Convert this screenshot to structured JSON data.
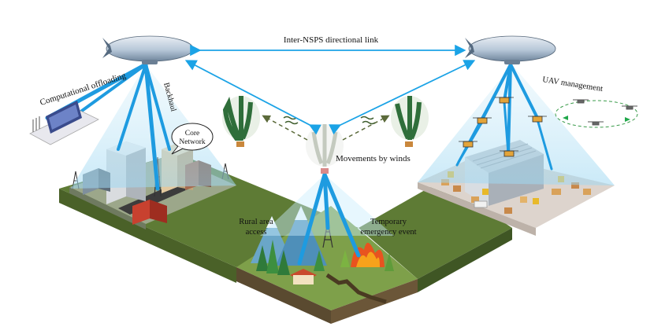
{
  "labels": {
    "inter_link": "Inter-NSPS directional link",
    "computational_offloading": "Computational offloading",
    "backhaul": "Backhaul",
    "core_network_line1": "Core",
    "core_network_line2": "Network",
    "uav_management": "UAV management",
    "movements_by_winds": "Movements by winds",
    "rural_line1": "Rural area",
    "rural_line2": "access",
    "emergency_line1": "Temporary",
    "emergency_line2": "emergency event"
  },
  "colors": {
    "beam": "#1e9be0",
    "link_arrow": "#1ba3e6",
    "grass": "#5d7a34",
    "grass_dark": "#3e5522",
    "urban_ground": "#8f9a7c",
    "warehouse_ground": "#dcd3cc",
    "balloon_green": "#2f6e3a",
    "airship": "#9fb6cf"
  }
}
